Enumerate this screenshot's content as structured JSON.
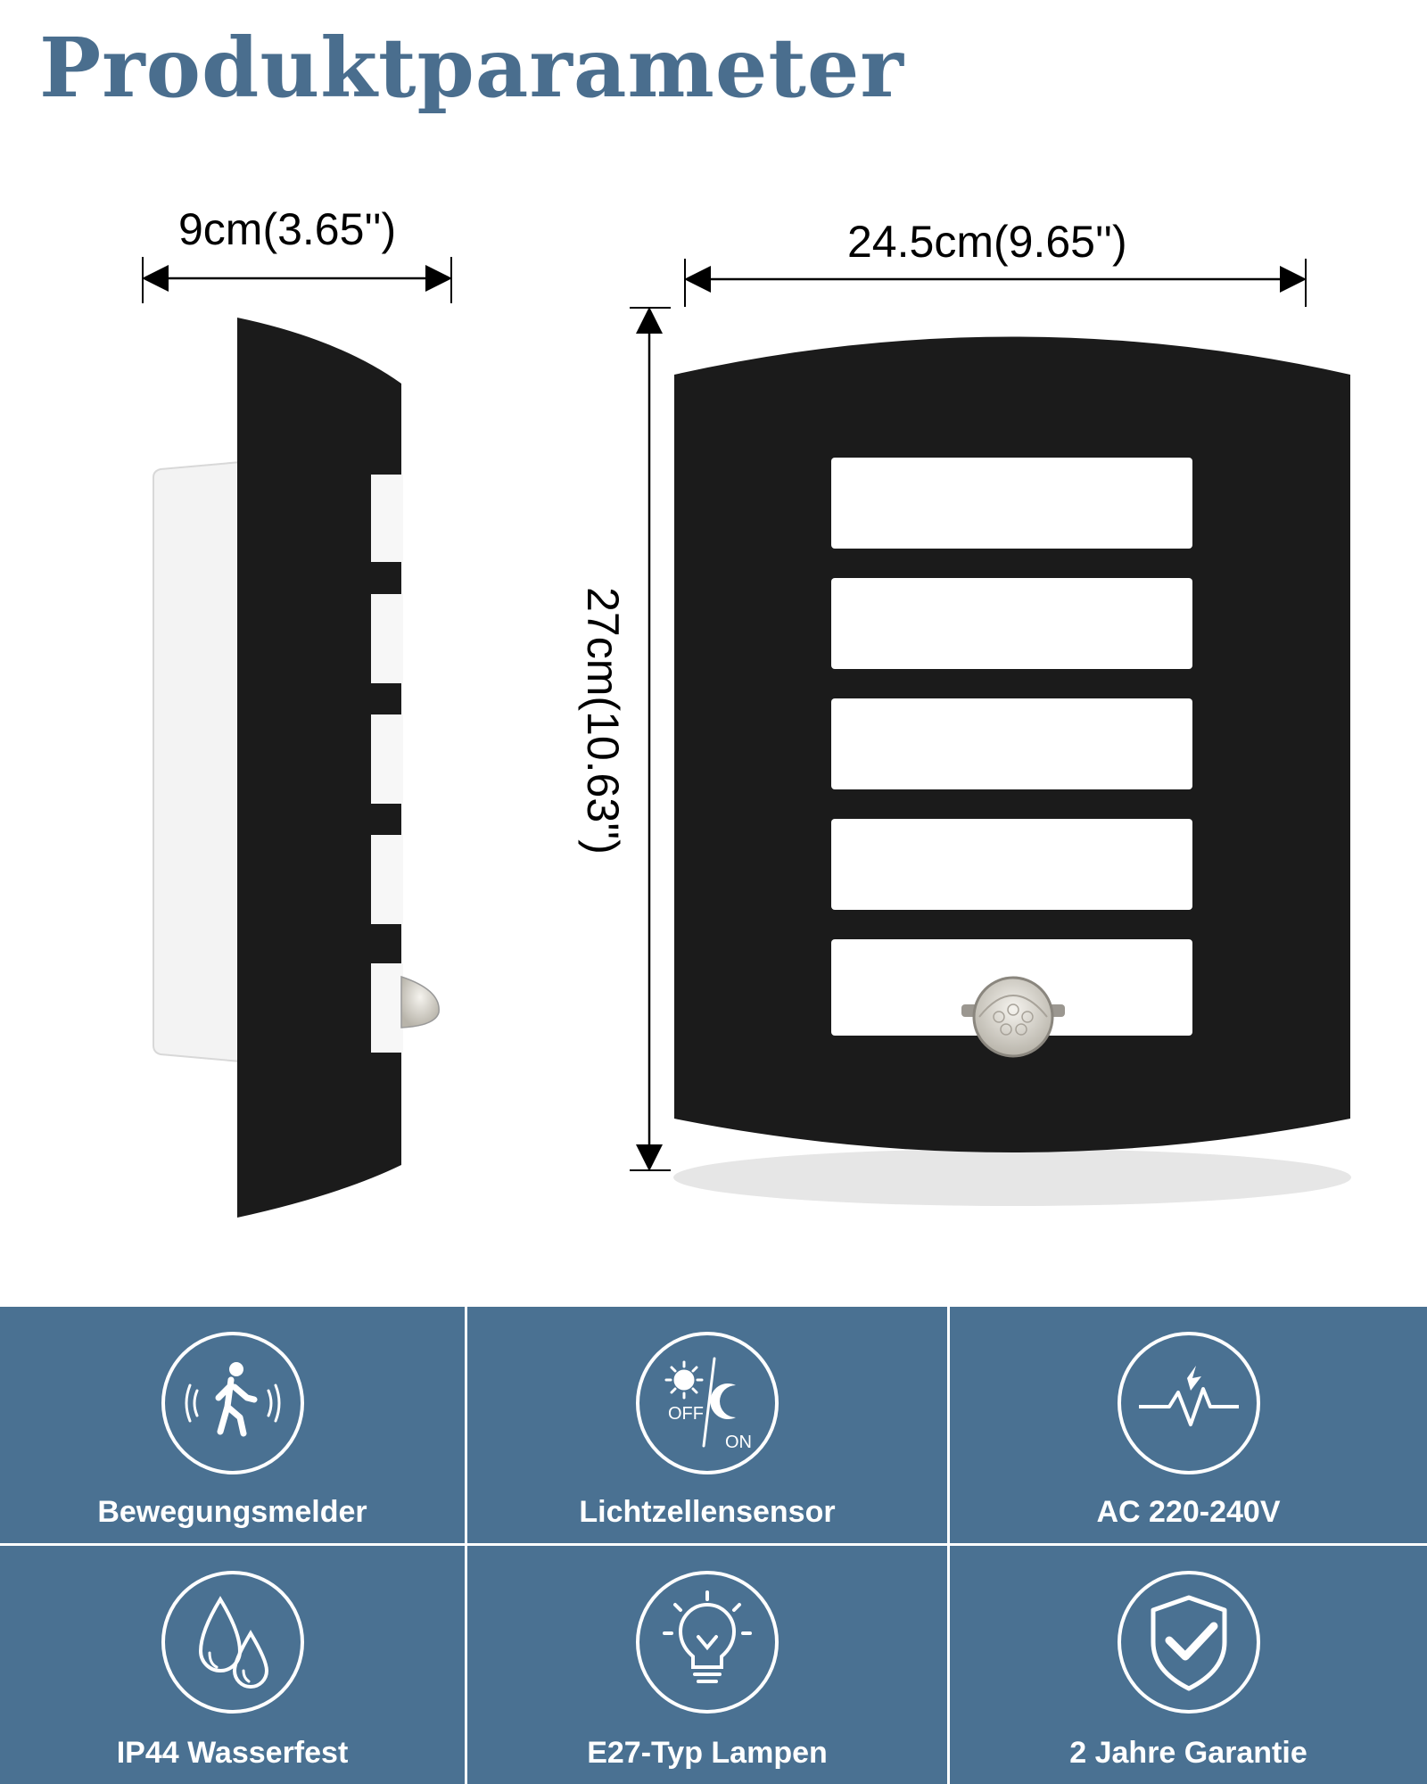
{
  "title": "Produktparameter",
  "dimensions": {
    "width": "9cm(3.65'')",
    "depth": "24.5cm(9.65'')",
    "height": "27cm(10.63'')"
  },
  "features": [
    {
      "label": "Bewegungsmelder",
      "icon": "motion-sensor-icon"
    },
    {
      "label": "Lichtzellensensor",
      "icon": "light-sensor-icon",
      "off_text": "OFF",
      "on_text": "ON"
    },
    {
      "label": "AC 220-240V",
      "icon": "voltage-icon"
    },
    {
      "label": "IP44 Wasserfest",
      "icon": "water-drops-icon"
    },
    {
      "label": "E27-Typ Lampen",
      "icon": "light-bulb-icon"
    },
    {
      "label": "2 Jahre Garantie",
      "icon": "shield-check-icon"
    }
  ],
  "colors": {
    "title": "#4a6e8e",
    "panel_background": "#4a7192",
    "lamp_body": "#1b1b1b"
  }
}
